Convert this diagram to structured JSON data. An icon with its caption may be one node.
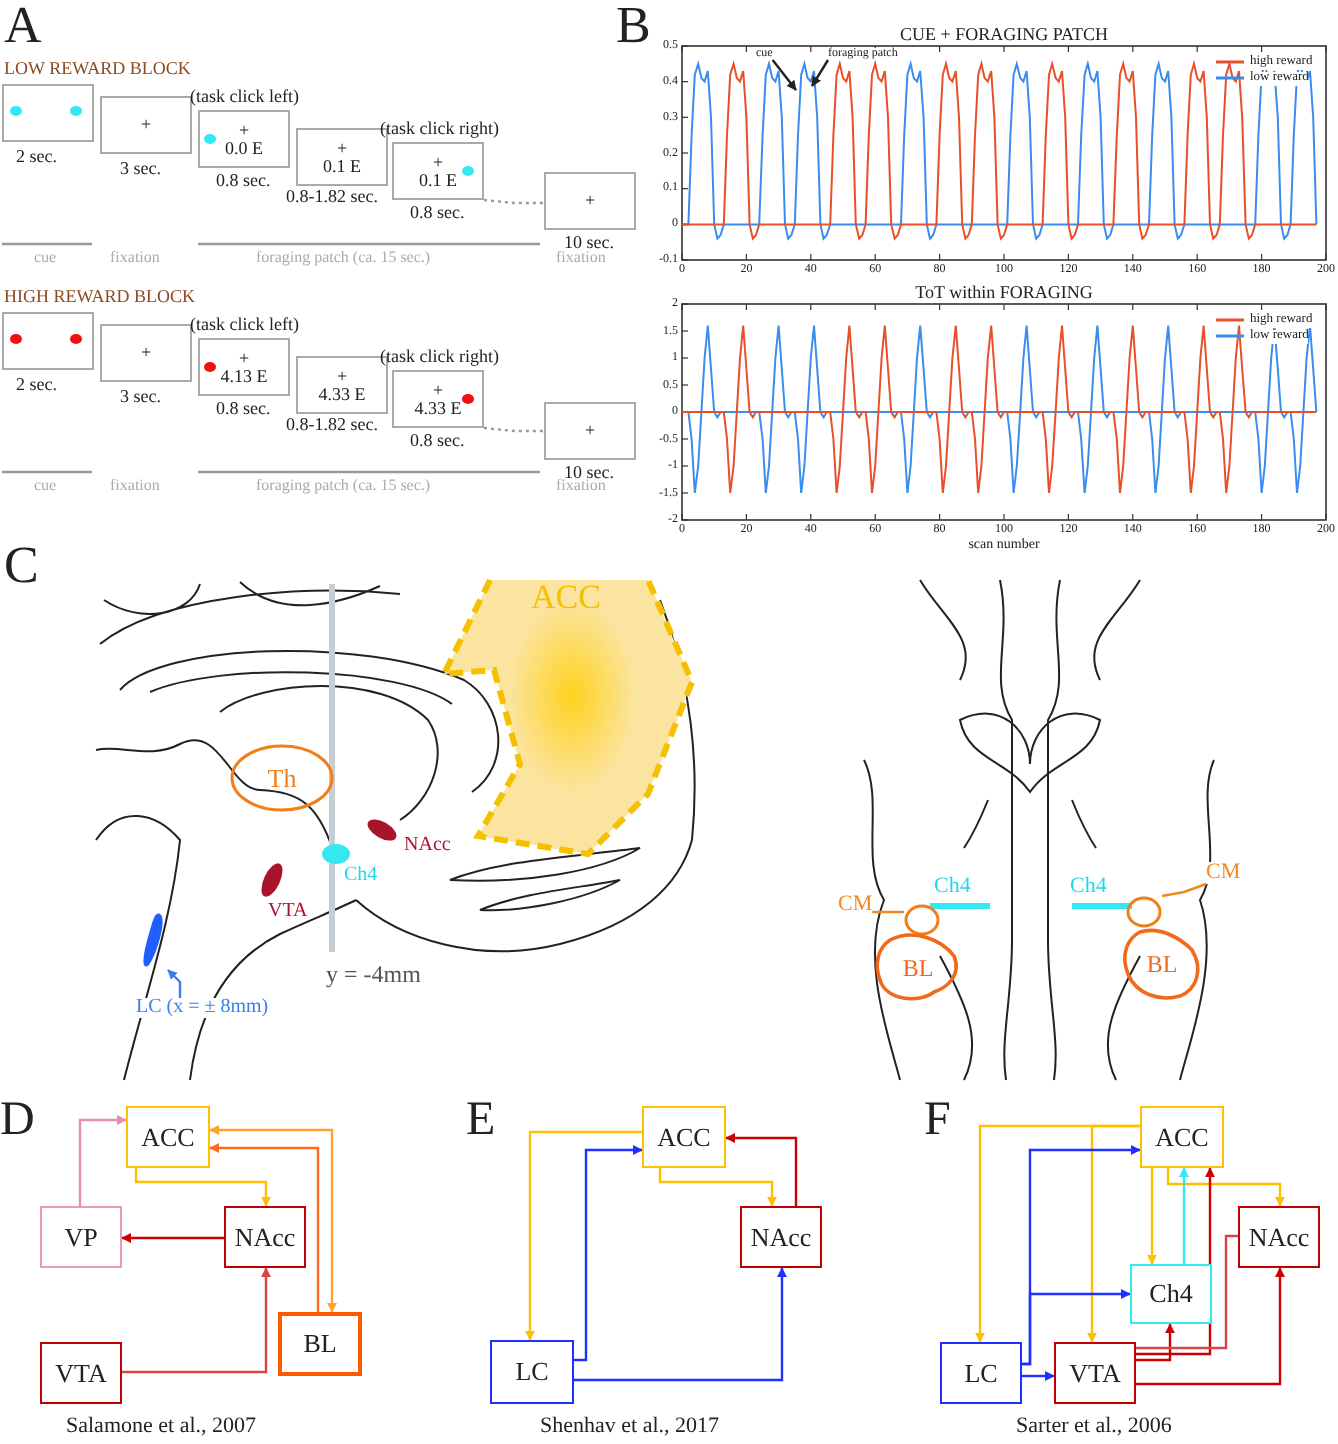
{
  "diagram": {
    "nodes": [
      {
        "text": [],
        "shape": "box",
        "beside": [
          "2 sec."
        ]
      },
      {
        "text": [
          "+"
        ],
        "beside": [
          "3 sec."
        ]
      },
      {
        "text": [
          "+",
          "0.0 E"
        ],
        "beside": [
          "(task click left)",
          "0.8 sec."
        ]
      },
      {
        "text": [
          "+",
          "0.1 E"
        ],
        "beside": [
          "0.8-1.82 sec."
        ]
      },
      {
        "text": [
          "+",
          "0.1 E"
        ],
        "beside": [
          "(task click right)",
          "0.8 sec."
        ]
      },
      {
        "text": [
          "+"
        ],
        "beside": [
          "10 sec."
        ]
      },
      {
        "text": [],
        "shape": "box",
        "beside": [
          "2 sec."
        ]
      },
      {
        "text": [
          "+"
        ],
        "beside": [
          "3 sec."
        ]
      },
      {
        "text": [
          "+",
          "4.13 E"
        ],
        "beside": [
          "(task click left)",
          "0.8 sec."
        ]
      },
      {
        "text": [
          "+",
          "4.33 E"
        ],
        "beside": [
          "0.8-1.82 sec."
        ]
      },
      {
        "text": [
          "+",
          "4.33 E"
        ],
        "beside": [
          "(task click right)",
          "0.8 sec."
        ]
      },
      {
        "text": [
          "+"
        ],
        "beside": [
          "10 sec."
        ]
      },
      {
        "text": [
          "cue"
        ]
      },
      {
        "text": [
          "foraging patch"
        ]
      },
      {
        "text": [
          "ACC"
        ]
      },
      {
        "text": [
          "Th"
        ]
      },
      {
        "text": [
          "LC (x =  ± 8mm)"
        ]
      },
      {
        "text": [],
        "shape": "ellipse"
      },
      {
        "text": [
          "CM"
        ]
      },
      {
        "text": [],
        "shape": "circle"
      },
      {
        "text": [
          "BL"
        ]
      },
      {
        "text": [
          "CM"
        ]
      },
      {
        "text": [],
        "shape": "circle"
      },
      {
        "text": [
          "BL"
        ]
      },
      {
        "text": [
          "ACC"
        ]
      },
      {
        "text": [
          "VP"
        ]
      },
      {
        "text": [
          "NAcc"
        ]
      },
      {
        "text": [
          "BL"
        ]
      },
      {
        "text": [
          "VTA"
        ]
      },
      {
        "text": [
          "ACC"
        ]
      },
      {
        "text": [
          "NAcc"
        ]
      },
      {
        "text": [
          "LC"
        ]
      },
      {
        "text": [
          "ACC"
        ]
      },
      {
        "text": [
          "NAcc"
        ]
      },
      {
        "text": [
          "Ch4"
        ]
      },
      {
        "text": [
          "LC"
        ]
      },
      {
        "text": [
          "VTA"
        ]
      }
    ],
    "edges": [
      {
        "from": 4,
        "to": 5,
        "arrow": "none",
        "style": "dashed",
        "color": "#999999"
      },
      {
        "from": 10,
        "to": 11,
        "arrow": "none",
        "style": "dashed",
        "color": "#999999"
      },
      {
        "from": 12,
        "to": null,
        "arrow": "to",
        "color": "#222222"
      },
      {
        "from": 13,
        "to": null,
        "arrow": "to",
        "color": "#222222"
      },
      {
        "from": 16,
        "to": 17,
        "arrow": "to",
        "color": "#3a7ff0"
      },
      {
        "from": 18,
        "to": 19,
        "arrow": "none",
        "color": "#f08a20"
      },
      {
        "from": 21,
        "to": 22,
        "arrow": "none",
        "color": "#f08a20"
      },
      {
        "from": 25,
        "to": 24,
        "arrow": "to",
        "color": "#e58fb5"
      },
      {
        "from": 24,
        "to": 26,
        "arrow": "to",
        "color": "#ffc000"
      },
      {
        "from": 26,
        "to": 25,
        "arrow": "to",
        "color": "#cc0000"
      },
      {
        "from": 28,
        "to": 26,
        "arrow": "to",
        "color": "#d64545"
      },
      {
        "from": 24,
        "to": 27,
        "arrow": "both",
        "color": "#ffa030"
      },
      {
        "from": 27,
        "to": 24,
        "arrow": "to",
        "color": "#ff6a20"
      },
      {
        "from": 29,
        "to": 31,
        "arrow": "to",
        "color": "#ffc000"
      },
      {
        "from": 31,
        "to": 29,
        "arrow": "to",
        "color": "#1f2fff"
      },
      {
        "from": 29,
        "to": 30,
        "arrow": "to",
        "color": "#ffc000"
      },
      {
        "from": 30,
        "to": 29,
        "arrow": "to",
        "color": "#cc0000"
      },
      {
        "from": 31,
        "to": 30,
        "arrow": "to",
        "color": "#1f2fff"
      },
      {
        "from": 32,
        "to": 35,
        "arrow": "to",
        "color": "#ffc000"
      },
      {
        "from": 32,
        "to": 36,
        "arrow": "to",
        "color": "#ffc000"
      },
      {
        "from": 32,
        "to": 34,
        "arrow": "to",
        "color": "#ffc000"
      },
      {
        "from": 32,
        "to": 33,
        "arrow": "to",
        "color": "#ffc000"
      },
      {
        "from": 35,
        "to": 32,
        "arrow": "to",
        "color": "#1f2fff"
      },
      {
        "from": 35,
        "to": 34,
        "arrow": "to",
        "color": "#1f2fff"
      },
      {
        "from": 35,
        "to": 36,
        "arrow": "to",
        "color": "#1f2fff"
      },
      {
        "from": 34,
        "to": 32,
        "arrow": "to",
        "color": "#33e8f0"
      },
      {
        "from": 36,
        "to": 34,
        "arrow": "to",
        "color": "#cc0000"
      },
      {
        "from": 36,
        "to": 32,
        "arrow": "to",
        "color": "#cc0000"
      },
      {
        "from": 36,
        "to": 33,
        "arrow": "none",
        "color": "#d64545"
      },
      {
        "from": 36,
        "to": 33,
        "arrow": "to",
        "color": "#cc0000"
      }
    ],
    "labels": [
      "A",
      "LOW REWARD BLOCK",
      "cue",
      "fixation",
      "foraging patch (ca. 15 sec.)",
      "fixation",
      "HIGH REWARD BLOCK",
      "cue",
      "fixation",
      "foraging patch (ca. 15 sec.)",
      "fixation",
      "B",
      "CUE + FORAGING PATCH",
      "0.5",
      "0.4",
      "0.3",
      "0.2",
      "0.1",
      "0",
      "-0.1",
      "0",
      "20",
      "40",
      "60",
      "80",
      "100",
      "120",
      "140",
      "160",
      "180",
      "200",
      "ToT within FORAGING",
      "2",
      "1.5",
      "1",
      "0.5",
      "0",
      "-0.5",
      "-1",
      "-1.5",
      "-2",
      "0",
      "20",
      "40",
      "60",
      "80",
      "100",
      "120",
      "140",
      "160",
      "180",
      "200",
      "scan number",
      "C",
      "NAcc",
      "Ch4",
      "VTA",
      "y = -4mm",
      "Ch4",
      "Ch4",
      "D",
      "Salamone et al., 2007",
      "E",
      "Shenhav et al., 2017",
      "F",
      "Sarter et al., 2006"
    ],
    "legend": [
      {
        "text": "high reward"
      },
      {
        "text": "low reward"
      },
      {
        "text": "high reward"
      },
      {
        "text": "low reward"
      }
    ]
  }
}
